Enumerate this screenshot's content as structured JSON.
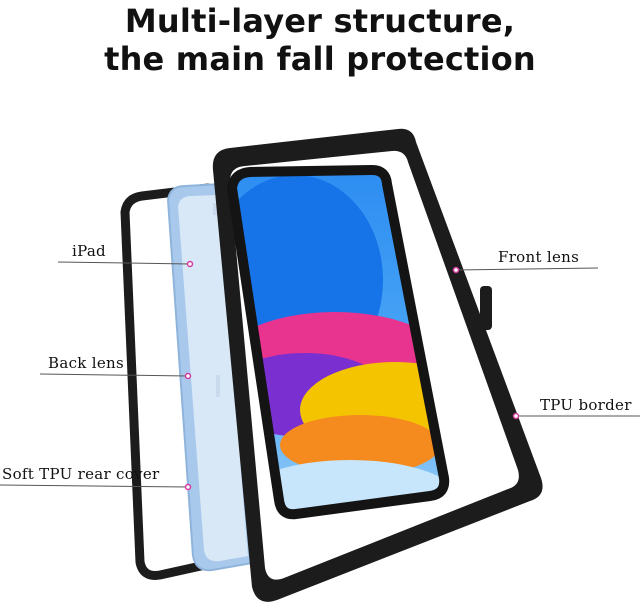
{
  "headline": {
    "line1": "Multi-layer structure,",
    "line2": "the main fall protection"
  },
  "callouts": {
    "ipad": "iPad",
    "back_lens": "Back lens",
    "soft_tpu_rear_cover": "Soft TPU rear cover",
    "front_lens": "Front lens",
    "tpu_border": "TPU border"
  },
  "colors": {
    "frame": "#1c1c1c",
    "ipad_body": "#a9c9ec",
    "screen_blue": "#2f8ff0",
    "accent_pink": "#e8338f",
    "accent_yellow": "#f5c400",
    "leader_dot": "#d33aa0"
  }
}
